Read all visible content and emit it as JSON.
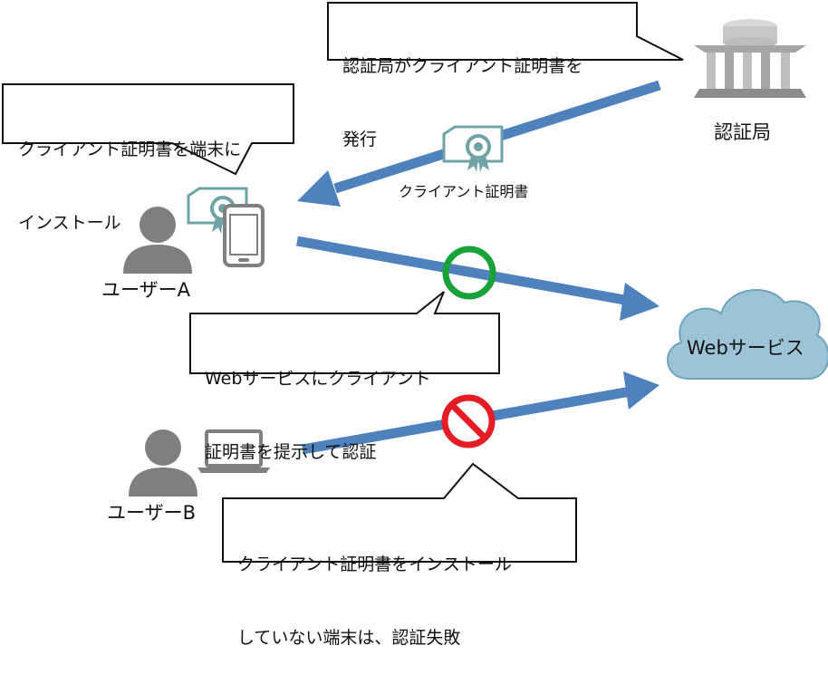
{
  "callouts": {
    "ca_issue": {
      "line1": "認証局がクライアント証明書を",
      "line2": "発行"
    },
    "install": {
      "line1": "クライアント証明書を端末に",
      "line2": "インストール"
    },
    "present": {
      "line1": "Webサービスにクライアント",
      "line2": "証明書を提示して認証"
    },
    "fail": {
      "line1": "クライアント証明書をインストール",
      "line2": "していない端末は、認証失敗"
    }
  },
  "labels": {
    "ca": "認証局",
    "certificate": "クライアント証明書",
    "user_a": "ユーザーA",
    "user_b": "ユーザーB",
    "web_service": "Webサービス"
  },
  "colors": {
    "arrow": "#4f81bd",
    "success_ring": "#1aa23a",
    "fail_ring": "#e31c25",
    "cloud": "#9cc3d6",
    "cloud_stroke": "#6ea4be",
    "person": "#7f7f7f",
    "cert": "#5f9ea0"
  },
  "icons": [
    "building-icon",
    "certificate-icon",
    "person-icon",
    "smartphone-icon",
    "laptop-icon",
    "cloud-icon",
    "success-circle-icon",
    "prohibited-icon"
  ]
}
